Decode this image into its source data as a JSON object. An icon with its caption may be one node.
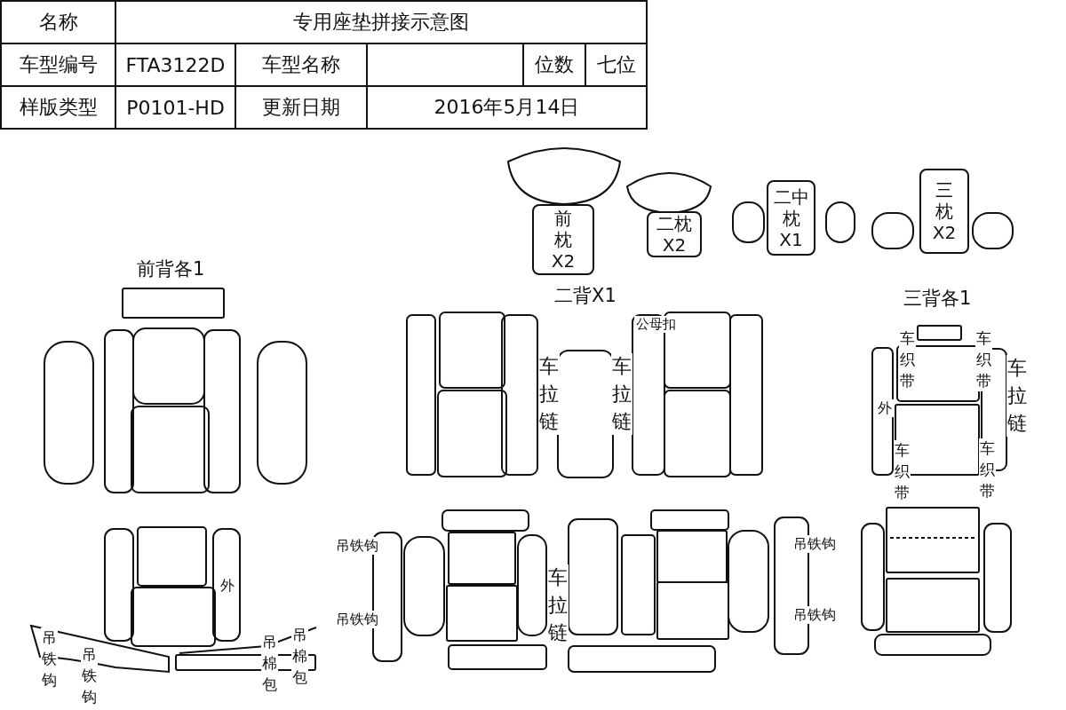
{
  "diagram": {
    "nodes": [
      {
        "text": [
          "前枕X2"
        ]
      },
      {
        "text": [
          "二枕X2"
        ]
      },
      {
        "text": [
          "二中枕X1"
        ]
      },
      {
        "text": [
          "三枕X2"
        ]
      }
    ],
    "labels": [
      "名称",
      "专用座垫拼接示意图",
      "车型编号",
      "FTA3122D",
      "车型名称",
      "位数",
      "七位",
      "样版类型",
      "P0101-HD",
      "更新日期",
      "2016年5月14日",
      "前背各1",
      "二背X1",
      "三背各1",
      "公母扣",
      "车拉链",
      "车拉链",
      "车织带",
      "车织带",
      "车拉链",
      "外",
      "车织带",
      "车织带",
      "吊铁钩",
      "吊铁钩",
      "外",
      "车拉链",
      "吊铁钩",
      "吊铁钩",
      "吊铁钩",
      "吊铁钩",
      "吊棉包",
      "吊棉包"
    ]
  }
}
